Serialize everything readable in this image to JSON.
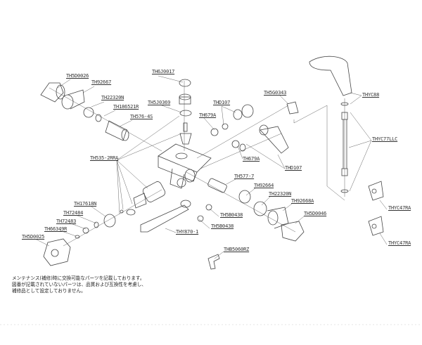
{
  "parts": [
    {
      "id": "p1",
      "code": "TH5D0026"
    },
    {
      "id": "p2",
      "code": "TH92667"
    },
    {
      "id": "p3",
      "code": "TH22320N"
    },
    {
      "id": "p4",
      "code": "TH186521R"
    },
    {
      "id": "p5",
      "code": "TH576-4S"
    },
    {
      "id": "p6",
      "code": "TH6J0017"
    },
    {
      "id": "p7",
      "code": "TH5J0369"
    },
    {
      "id": "p8",
      "code": "TH535-2RRA"
    },
    {
      "id": "p9",
      "code": "TH5G0343"
    },
    {
      "id": "p10",
      "code": "THD107"
    },
    {
      "id": "p11",
      "code": "TH679A"
    },
    {
      "id": "p12",
      "code": "TH679A"
    },
    {
      "id": "p13",
      "code": "THD107"
    },
    {
      "id": "p14",
      "code": "TH577-7"
    },
    {
      "id": "p15",
      "code": "TH92664"
    },
    {
      "id": "p16",
      "code": "TH22320N"
    },
    {
      "id": "p17",
      "code": "TH92668A"
    },
    {
      "id": "p18",
      "code": "TH5D0046"
    },
    {
      "id": "p19",
      "code": "TH5B0438"
    },
    {
      "id": "p20",
      "code": "TH5B0438"
    },
    {
      "id": "p21",
      "code": "THY870-1"
    },
    {
      "id": "p22",
      "code": "THYC88"
    },
    {
      "id": "p23",
      "code": "THYC77LLC"
    },
    {
      "id": "p24",
      "code": "THYC47RA"
    },
    {
      "id": "p25",
      "code": "THYC47RA"
    },
    {
      "id": "p26",
      "code": "TH17618N"
    },
    {
      "id": "p27",
      "code": "TH72484"
    },
    {
      "id": "p28",
      "code": "TH72483"
    },
    {
      "id": "p29",
      "code": "TH66349R"
    },
    {
      "id": "p30",
      "code": "TH5D0025"
    },
    {
      "id": "p31",
      "code": "THB5060RZ"
    }
  ],
  "notes": [
    "メンテナンス(補修)時に交換可能なパーツを記載しております。",
    "図番が記載されていないパーツは、品質および互換性を考慮し、",
    "補修品として設定しておりません。"
  ],
  "colors": {
    "line": "#444444",
    "text": "#333333"
  }
}
